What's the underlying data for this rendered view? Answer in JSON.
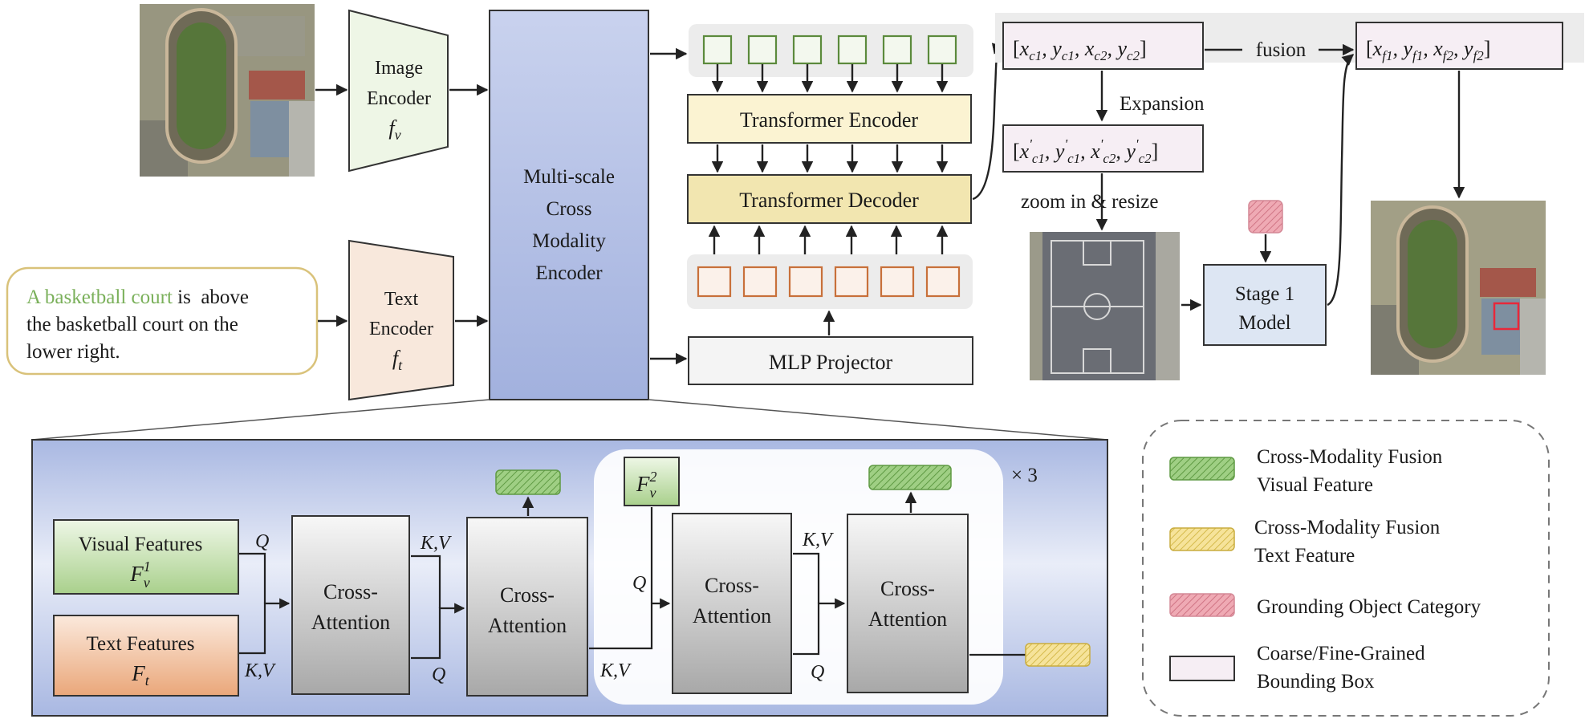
{
  "encoders": {
    "image": {
      "line1": "Image",
      "line2": "Encoder",
      "sym": "f",
      "sub": "v"
    },
    "text": {
      "line1": "Text",
      "line2": "Encoder",
      "sym": "f",
      "sub": "t"
    }
  },
  "text_input": {
    "highlight": "A basketball court",
    "rest1": " is  above",
    "line2": "the basketball court on the",
    "line3": "lower right."
  },
  "msc_encoder": {
    "line1": "Multi-scale",
    "line2": "Cross",
    "line3": "Modality",
    "line4": "Encoder"
  },
  "transformer_encoder": "Transformer Encoder",
  "transformer_decoder": "Transformer Decoder",
  "mlp_projector": "MLP Projector",
  "coarse_box": {
    "open": "[",
    "x1": "x",
    "s1": "c1",
    "y1": "y",
    "s2": "c1",
    "x2": "x",
    "s3": "c2",
    "y2": "y",
    "s4": "c2",
    "close": "]"
  },
  "fusion_label": "fusion",
  "fine_box": {
    "open": "[",
    "x1": "x",
    "s1": "f1",
    "y1": "y",
    "s2": "f1",
    "x2": "x",
    "s3": "f2",
    "y2": "y",
    "s4": "f2",
    "close": "]"
  },
  "expansion_label": "Expansion",
  "expanded_box": {
    "open": "[",
    "x1": "x",
    "s1": "c1",
    "y1": "y",
    "s2": "c1",
    "x2": "x",
    "s3": "c2",
    "y2": "y",
    "s4": "c2",
    "close": "]",
    "prime": "'"
  },
  "zoom_label": "zoom in & resize",
  "stage1": {
    "line1": "Stage 1",
    "line2": "Model"
  },
  "detail": {
    "visual_features": {
      "line1": "Visual Features",
      "sym": "F",
      "sub": "v",
      "sup": "1"
    },
    "text_features": {
      "line1": "Text Features",
      "sym": "F",
      "sub": "t"
    },
    "cross_attention": {
      "line1": "Cross-",
      "line2": "Attention"
    },
    "f_v2": {
      "sym": "F",
      "sub": "v",
      "sup": "2"
    },
    "q": "Q",
    "kv": "K,V",
    "repeat": "× 3"
  },
  "legend": [
    {
      "line1": "Cross-Modality Fusion",
      "line2": "Visual Feature",
      "swatch": "green"
    },
    {
      "line1": "Cross-Modality Fusion",
      "line2": "Text Feature",
      "swatch": "yellow"
    },
    {
      "line1": "Grounding Object Category",
      "line2": "",
      "swatch": "pink"
    },
    {
      "line1": "Coarse/Fine-Grained",
      "line2": "Bounding Box",
      "swatch": "box"
    }
  ],
  "colors": {
    "green_text": "#7ab05a",
    "encoder_fill": "#eef6e6",
    "text_encoder_fill": "#f8e8dc",
    "msc_fill": "#a9b7e0",
    "transformer_encoder_fill": "#fbf3d2",
    "transformer_decoder_fill": "#f2e6b0",
    "token_green": "#5b8a3c",
    "token_orange": "#c8703a",
    "box_pink": "#f6eef4",
    "stage1_fill": "#dde6f3",
    "detail_bg": "#aebde4"
  }
}
